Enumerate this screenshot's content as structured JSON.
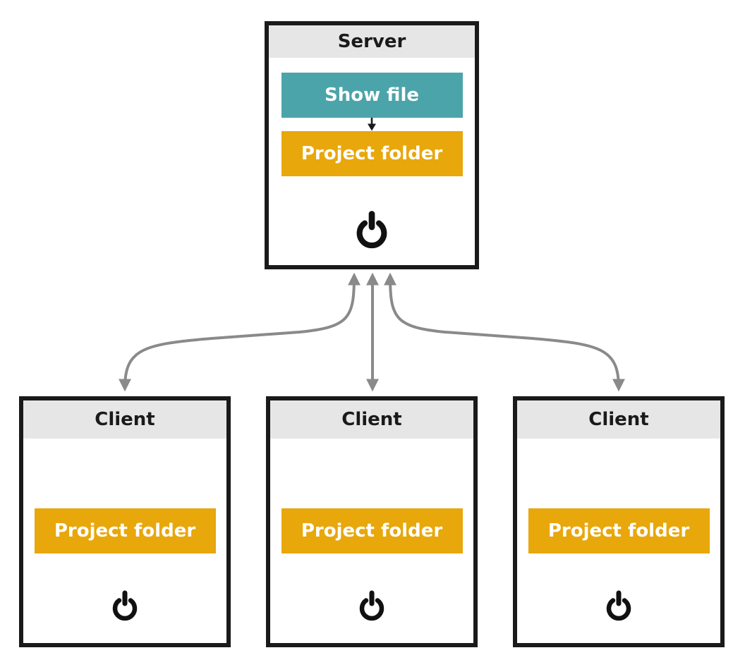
{
  "colors": {
    "teal": "#4BA4A9",
    "orange": "#E8A70B",
    "header_gray": "#E6E6E6",
    "border_dark": "#1A1A1A",
    "arrow_gray": "#8A8A8A",
    "text_dark": "#1A1A1A",
    "white": "#FFFFFF"
  },
  "server": {
    "title": "Server",
    "show_file_label": "Show file",
    "project_folder_label": "Project folder",
    "power_icon": "power-icon",
    "flow_icon": "down-arrow-icon"
  },
  "clients": [
    {
      "title": "Client",
      "project_folder_label": "Project folder",
      "power_icon": "power-icon"
    },
    {
      "title": "Client",
      "project_folder_label": "Project folder",
      "power_icon": "power-icon"
    },
    {
      "title": "Client",
      "project_folder_label": "Project folder",
      "power_icon": "power-icon"
    }
  ],
  "connections": [
    {
      "from": "Server",
      "to": "Client 1",
      "direction": "bidirectional"
    },
    {
      "from": "Server",
      "to": "Client 2",
      "direction": "bidirectional"
    },
    {
      "from": "Server",
      "to": "Client 3",
      "direction": "bidirectional"
    }
  ]
}
